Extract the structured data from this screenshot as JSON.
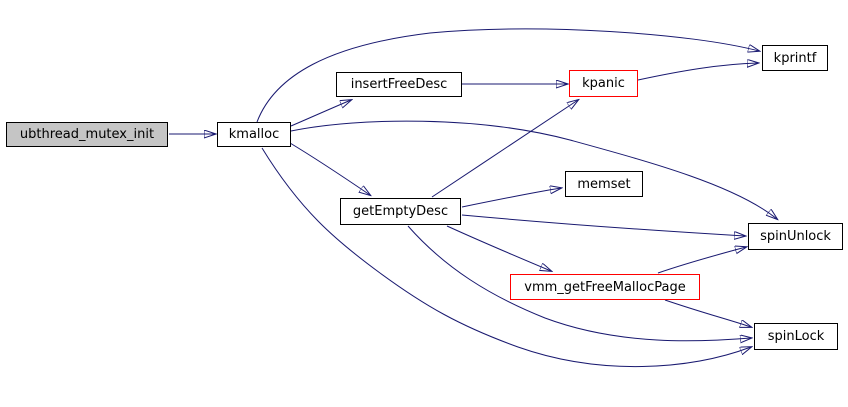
{
  "diagram": {
    "kind": "call-graph",
    "background": "#ffffff",
    "edge_color": "#191970",
    "node_border_color": "#000000",
    "alert_border_color": "#ff0000",
    "root_fill_color": "#c5c5c5",
    "nodes": {
      "ubthread_mutex_init": {
        "label": "ubthread_mutex_init",
        "style": "root"
      },
      "kmalloc": {
        "label": "kmalloc",
        "style": "normal"
      },
      "insertFreeDesc": {
        "label": "insertFreeDesc",
        "style": "normal"
      },
      "kpanic": {
        "label": "kpanic",
        "style": "alert"
      },
      "kprintf": {
        "label": "kprintf",
        "style": "normal"
      },
      "getEmptyDesc": {
        "label": "getEmptyDesc",
        "style": "normal"
      },
      "memset": {
        "label": "memset",
        "style": "normal"
      },
      "vmm_getFreeMallocPage": {
        "label": "vmm_getFreeMallocPage",
        "style": "alert"
      },
      "spinUnlock": {
        "label": "spinUnlock",
        "style": "normal"
      },
      "spinLock": {
        "label": "spinLock",
        "style": "normal"
      }
    },
    "edges": [
      {
        "from": "ubthread_mutex_init",
        "to": "kmalloc"
      },
      {
        "from": "kmalloc",
        "to": "kprintf"
      },
      {
        "from": "kmalloc",
        "to": "insertFreeDesc"
      },
      {
        "from": "kmalloc",
        "to": "getEmptyDesc"
      },
      {
        "from": "kmalloc",
        "to": "spinUnlock"
      },
      {
        "from": "kmalloc",
        "to": "spinLock"
      },
      {
        "from": "insertFreeDesc",
        "to": "kpanic"
      },
      {
        "from": "kpanic",
        "to": "kprintf"
      },
      {
        "from": "getEmptyDesc",
        "to": "kpanic"
      },
      {
        "from": "getEmptyDesc",
        "to": "memset"
      },
      {
        "from": "getEmptyDesc",
        "to": "spinUnlock"
      },
      {
        "from": "getEmptyDesc",
        "to": "vmm_getFreeMallocPage"
      },
      {
        "from": "getEmptyDesc",
        "to": "spinLock"
      },
      {
        "from": "vmm_getFreeMallocPage",
        "to": "spinUnlock"
      },
      {
        "from": "vmm_getFreeMallocPage",
        "to": "spinLock"
      }
    ]
  }
}
